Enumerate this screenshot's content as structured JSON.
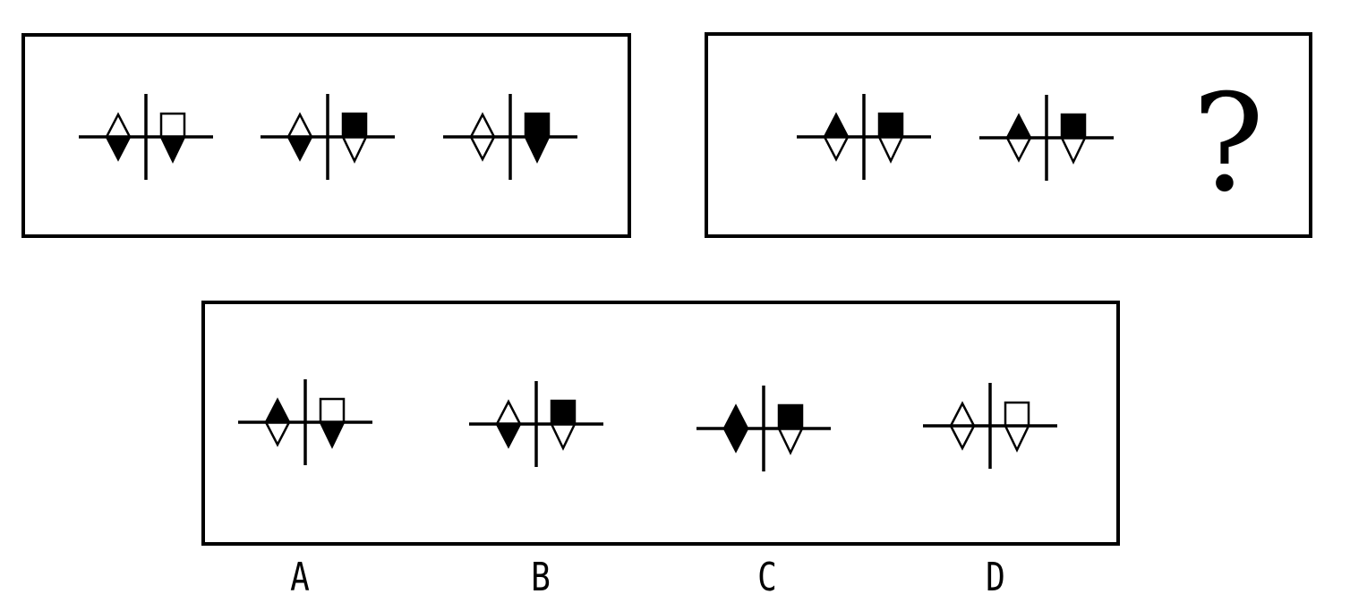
{
  "colors": {
    "ink": "#000000",
    "paper": "#ffffff"
  },
  "question_mark": "?",
  "sequence_left": [
    {
      "diamond": "bottom-filled",
      "square": "empty",
      "triangle": "filled"
    },
    {
      "diamond": "bottom-filled",
      "square": "filled",
      "triangle": "empty"
    },
    {
      "diamond": "empty",
      "square": "filled",
      "triangle": "filled"
    }
  ],
  "sequence_right": [
    {
      "diamond": "top-filled",
      "square": "filled",
      "triangle": "empty"
    },
    {
      "diamond": "top-filled",
      "square": "filled",
      "triangle": "empty"
    }
  ],
  "options": [
    {
      "label": "A",
      "diamond": "top-filled",
      "square": "empty",
      "triangle": "filled"
    },
    {
      "label": "B",
      "diamond": "bottom-filled",
      "square": "filled",
      "triangle": "empty"
    },
    {
      "label": "C",
      "diamond": "filled",
      "square": "filled",
      "triangle": "empty"
    },
    {
      "label": "D",
      "diamond": "empty",
      "square": "empty",
      "triangle": "empty"
    }
  ]
}
